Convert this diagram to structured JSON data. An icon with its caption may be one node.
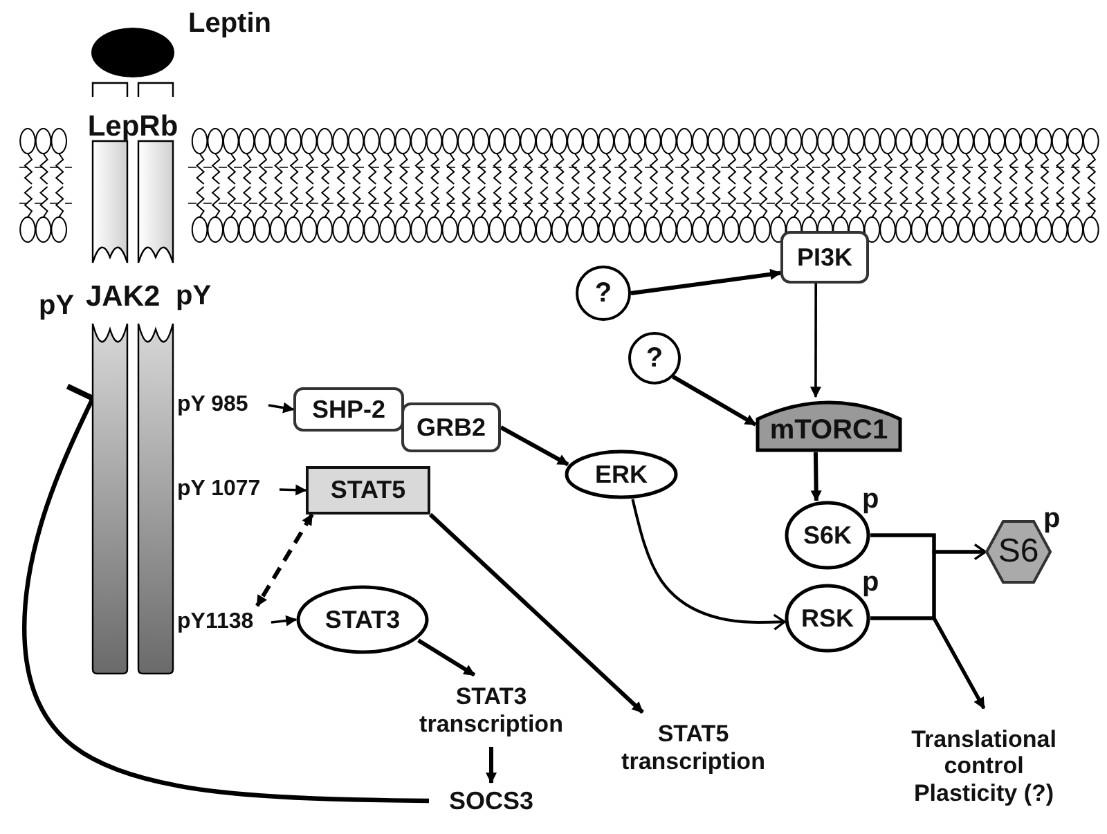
{
  "diagram": {
    "nodes": [
      {
        "text": [
          "Leptin"
        ]
      },
      {
        "text": [
          "LepRb",
          "JAK2"
        ],
        "beside": [
          "pY",
          "pY"
        ]
      },
      {
        "text": [
          "pY 985"
        ]
      },
      {
        "text": [
          "SHP-2"
        ]
      },
      {
        "text": [
          "GRB2"
        ]
      },
      {
        "text": [
          "pY 1077"
        ]
      },
      {
        "text": [
          "STAT5"
        ]
      },
      {
        "text": [
          "pY1138"
        ]
      },
      {
        "text": [
          "STAT3"
        ]
      },
      {
        "text": [
          "STAT3 transcription"
        ]
      },
      {
        "text": [
          "SOCS3"
        ]
      },
      {
        "text": [
          "STAT5 transcription"
        ]
      },
      {
        "text": [
          "?"
        ]
      },
      {
        "text": [
          "PI3K"
        ]
      },
      {
        "text": [
          "?"
        ]
      },
      {
        "text": [
          "mTORC1"
        ]
      },
      {
        "text": [
          "ERK"
        ]
      },
      {
        "text": [
          "S6K"
        ],
        "beside": [
          "p"
        ]
      },
      {
        "text": [
          "RSK"
        ],
        "beside": [
          "p"
        ]
      },
      {
        "text": [
          "S6"
        ],
        "beside": [
          "p"
        ]
      },
      {
        "text": [
          "Translational control",
          "Plasticity (?)"
        ]
      }
    ],
    "edges": [
      {
        "from": 2,
        "to": 3,
        "arrow": "to"
      },
      {
        "from": 5,
        "to": 6,
        "arrow": "to"
      },
      {
        "from": 6,
        "to": 7,
        "arrow": "both",
        "style": "dashed"
      },
      {
        "from": 7,
        "to": 8,
        "arrow": "to"
      },
      {
        "from": 8,
        "to": 9,
        "arrow": "to"
      },
      {
        "from": 9,
        "to": 10,
        "arrow": "to"
      },
      {
        "from": 10,
        "to": 1,
        "arrow": "other"
      },
      {
        "from": 4,
        "to": 16,
        "arrow": "to"
      },
      {
        "from": 6,
        "to": 11,
        "arrow": "to"
      },
      {
        "from": 12,
        "to": 13,
        "arrow": "to"
      },
      {
        "from": 13,
        "to": 15,
        "arrow": "to"
      },
      {
        "from": 14,
        "to": 15,
        "arrow": "to"
      },
      {
        "from": 15,
        "to": 17,
        "arrow": "to"
      },
      {
        "from": 16,
        "to": 18,
        "arrow": "to"
      },
      {
        "from": 17,
        "to": 19,
        "arrow": "to"
      },
      {
        "from": 18,
        "to": 19,
        "arrow": "to"
      },
      {
        "from": 17,
        "to": 20,
        "arrow": "to"
      },
      {
        "from": 18,
        "to": 20,
        "arrow": "to"
      }
    ]
  }
}
